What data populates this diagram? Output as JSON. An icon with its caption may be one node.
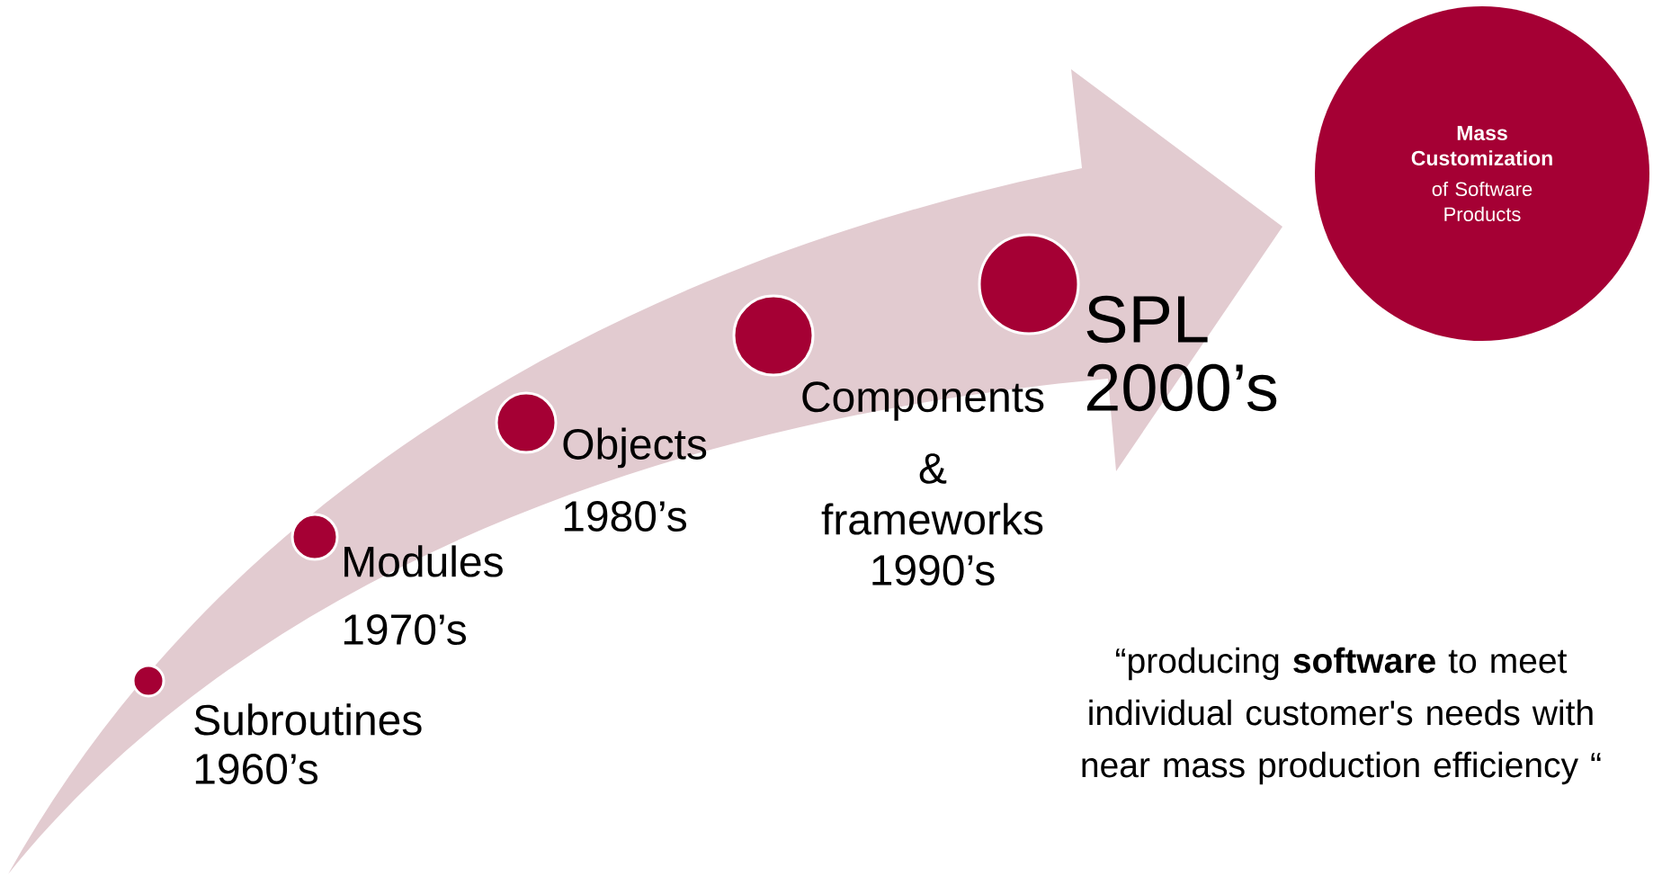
{
  "diagram": {
    "nodes": [
      {
        "text": [],
        "shape": "circle",
        "beside": [
          "Subroutines",
          "1960’s"
        ]
      },
      {
        "text": [],
        "shape": "circle",
        "beside": [
          "Modules",
          "1970’s"
        ]
      },
      {
        "text": [],
        "shape": "circle",
        "beside": [
          "Objects",
          "1980’s"
        ]
      },
      {
        "text": [],
        "shape": "circle",
        "beside": [
          "Components",
          "&",
          "frameworks",
          "1990’s"
        ]
      },
      {
        "text": [],
        "shape": "circle",
        "beside": [
          "SPL",
          "2000’s"
        ]
      },
      {
        "text": [
          "Mass Customization",
          "of Software Products"
        ]
      }
    ],
    "labels": [
      "“producing **software** to meet individual customer's needs with near mass production efficiency “"
    ]
  }
}
